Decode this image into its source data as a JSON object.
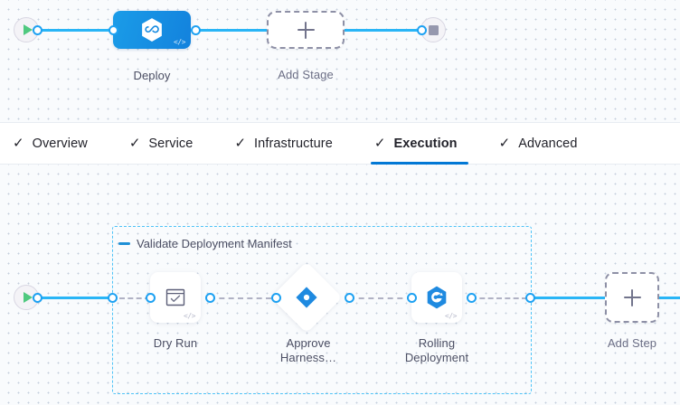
{
  "stage_canvas": {
    "start_node": {
      "name": "pipeline-start",
      "icon": "play-icon"
    },
    "end_node": {
      "name": "pipeline-end",
      "icon": "stop-icon"
    },
    "stage": {
      "label": "Deploy",
      "icon": "harness-hexagon-icon",
      "code_glyph": "</>",
      "color": "#1389e0"
    },
    "add_stage": {
      "label": "Add Stage",
      "icon": "plus-icon"
    }
  },
  "tabs": [
    {
      "label": "Overview",
      "check": "✓",
      "active": false
    },
    {
      "label": "Service",
      "check": "✓",
      "active": false
    },
    {
      "label": "Infrastructure",
      "check": "✓",
      "active": false
    },
    {
      "label": "Execution",
      "check": "✓",
      "active": true
    },
    {
      "label": "Advanced",
      "check": "✓",
      "active": false
    }
  ],
  "execution_canvas": {
    "start_node": {
      "name": "execution-start",
      "icon": "play-icon"
    },
    "step_group": {
      "title": "Validate Deployment Manifest",
      "collapse_icon": "minus-icon"
    },
    "steps": [
      {
        "label": "Dry Run",
        "icon": "shell-script-check-icon",
        "code_glyph": "</>",
        "shape": "rounded"
      },
      {
        "label": "Approve Harness…",
        "icon": "harness-approval-icon",
        "shape": "diamond"
      },
      {
        "label": "Rolling Deployment",
        "icon": "rolling-deployment-icon",
        "code_glyph": "</>",
        "shape": "rounded"
      }
    ],
    "add_step": {
      "label": "Add Step",
      "icon": "plus-icon"
    }
  },
  "colors": {
    "accent": "#0278d5",
    "link": "#29b5f6",
    "port": "#1da1f2",
    "group_border": "#4ec3f7",
    "dashed_node": "#8e90a6"
  }
}
